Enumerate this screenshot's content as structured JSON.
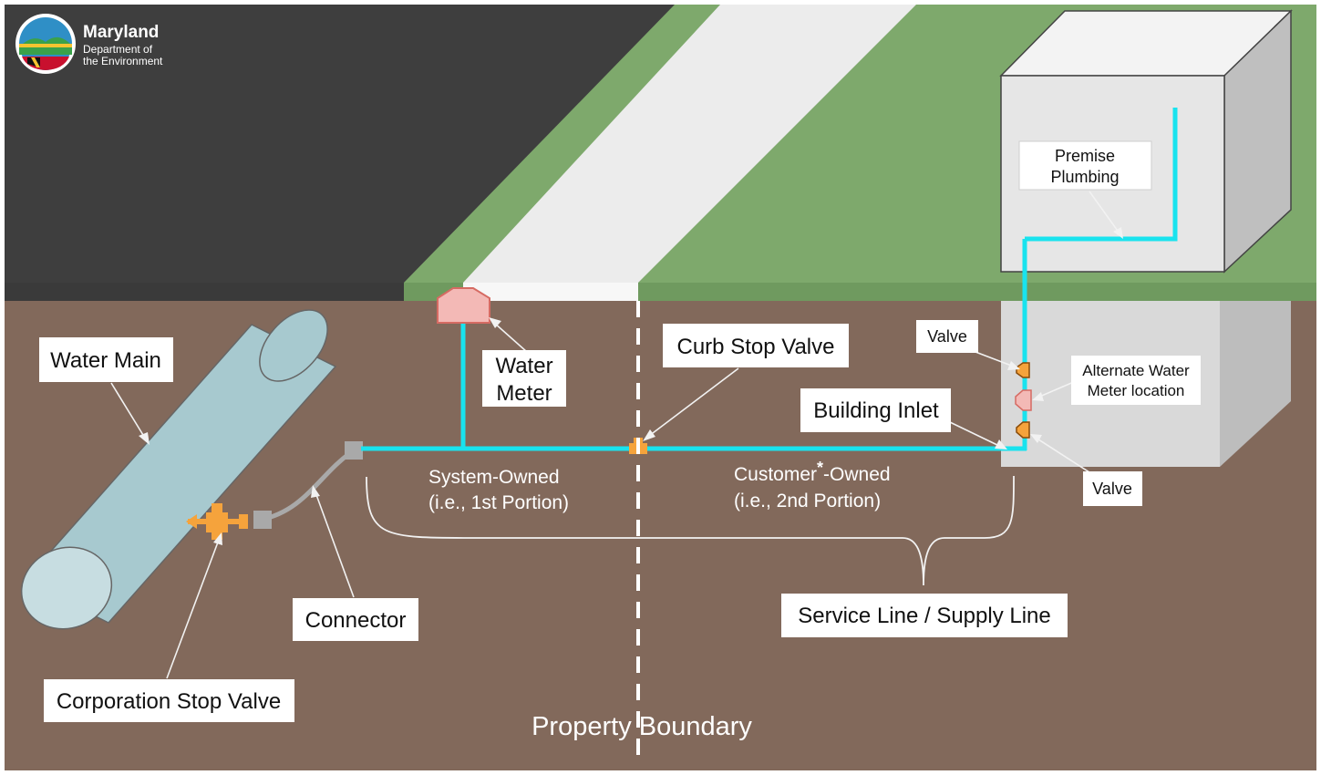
{
  "organization": {
    "name": "Maryland",
    "line2": "Department of",
    "line3": "the Environment"
  },
  "labels": {
    "water_main": "Water Main",
    "water_meter_line1": "Water",
    "water_meter_line2": "Meter",
    "curb_stop_valve": "Curb Stop Valve",
    "building_inlet": "Building Inlet",
    "valve_upper": "Valve",
    "valve_lower": "Valve",
    "alternate_meter_line1": "Alternate Water",
    "alternate_meter_line2": "Meter location",
    "premise_plumbing_line1": "Premise",
    "premise_plumbing_line2": "Plumbing",
    "system_owned_line1": "System-Owned",
    "system_owned_line2": "(i.e., 1st Portion)",
    "customer_owned_prefix": "Customer",
    "customer_owned_mark": "*",
    "customer_owned_suffix": "-Owned",
    "customer_owned_line2": "(i.e., 2nd Portion)",
    "connector": "Connector",
    "corporation_stop_valve": "Corporation Stop Valve",
    "service_line": "Service Line / Supply Line",
    "property_boundary": "Property Boundary"
  },
  "colors": {
    "road": "#3e3e3e",
    "grass": "#7ea96c",
    "sidewalk": "#ececec",
    "soil": "#82695b",
    "pipe": "#19e3ee",
    "water_main": "#a7c9cf",
    "valve": "#f5a33c",
    "meter": "#f3b9b6",
    "connector": "#a9a9a9",
    "house_front": "#e6e6e6",
    "house_side": "#bfbfbf",
    "house_top": "#f3f3f3"
  }
}
